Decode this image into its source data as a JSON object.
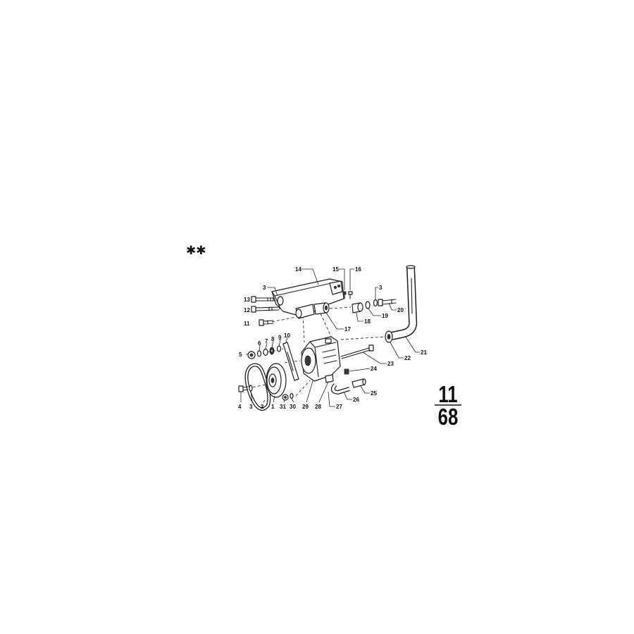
{
  "marker": "✱✱",
  "callouts": [
    "14",
    "15",
    "16",
    "3",
    "13",
    "12",
    "11",
    "17",
    "18",
    "19",
    "3",
    "20",
    "21",
    "22",
    "23",
    "24",
    "25",
    "26",
    "27",
    "28",
    "29",
    "30",
    "31",
    "1",
    "2",
    "3",
    "4",
    "5",
    "6",
    "7",
    "8",
    "9",
    "10"
  ],
  "page_code": {
    "group": "11",
    "page": "68"
  }
}
